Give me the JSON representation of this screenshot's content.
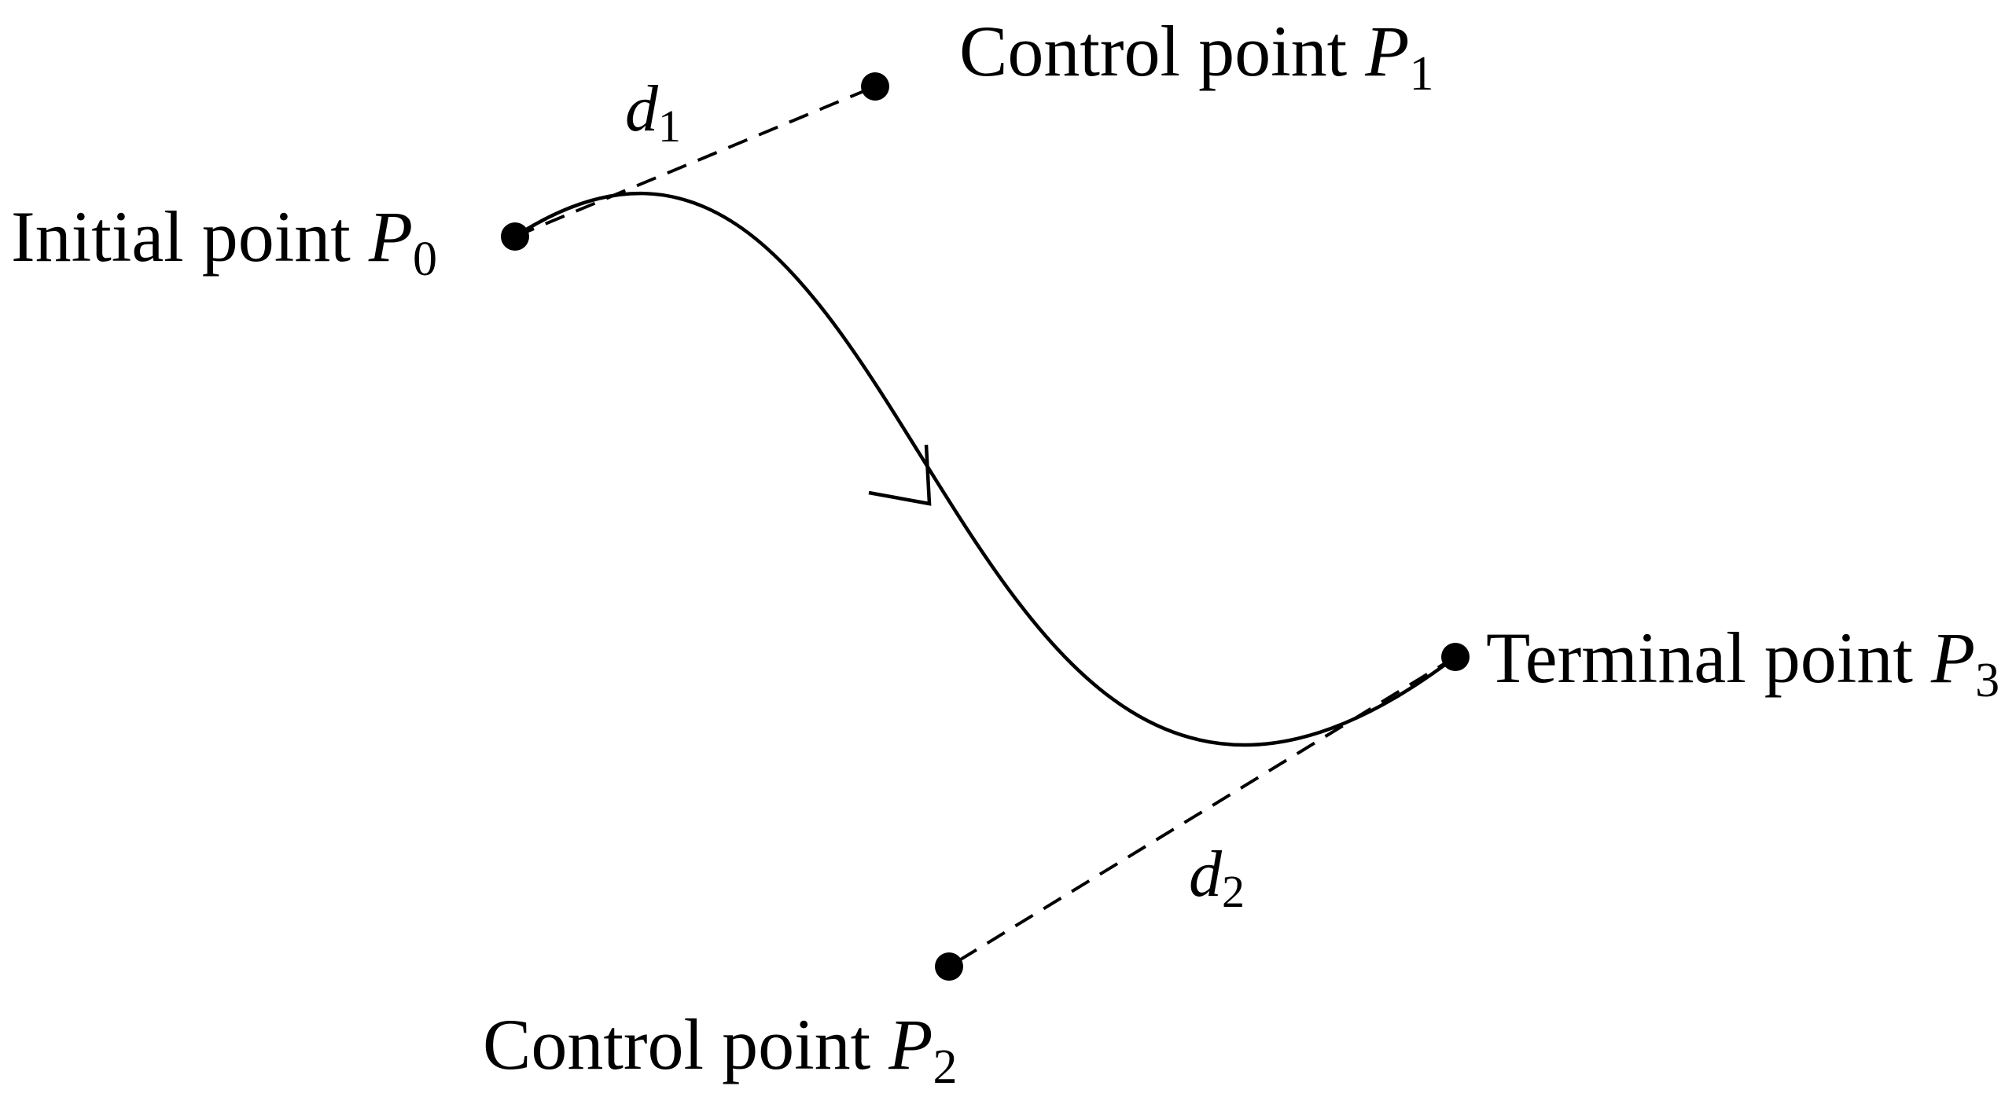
{
  "colors": {
    "stroke": "#000000",
    "background": "#ffffff"
  },
  "points": {
    "p0": {
      "label": "Initial point ",
      "symbol": "P",
      "subscript": "0"
    },
    "p1": {
      "label": "Control point ",
      "symbol": "P",
      "subscript": "1"
    },
    "p2": {
      "label": "Control point ",
      "symbol": "P",
      "subscript": "2"
    },
    "p3": {
      "label": "Terminal point ",
      "symbol": "P",
      "subscript": "3"
    }
  },
  "distances": {
    "d1": {
      "symbol": "d",
      "subscript": "1"
    },
    "d2": {
      "symbol": "d",
      "subscript": "2"
    }
  }
}
